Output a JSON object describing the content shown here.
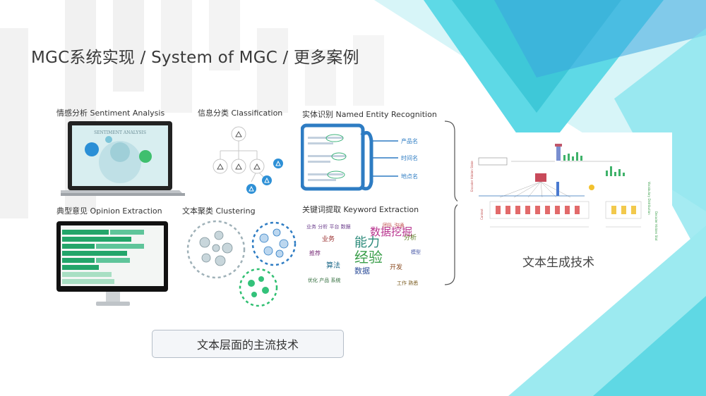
{
  "slide": {
    "title": "MGC系统实现 / System of MGC / 更多案例",
    "main_button_label": "文本层面的主流技术",
    "generation_label": "文本生成技术"
  },
  "panels": {
    "sentiment": {
      "caption": "情感分析 Sentiment Analysis",
      "screen_title": "SENTIMENT ANALYSIS"
    },
    "classification": {
      "caption": "信息分类 Classification"
    },
    "ner": {
      "caption": "实体识别 Named Entity Recognition",
      "tags": [
        "产品名",
        "时间名",
        "地点名"
      ]
    },
    "opinion": {
      "caption": "典型意见 Opinion Extraction"
    },
    "clustering": {
      "caption": "文本聚类 Clustering"
    },
    "keyword": {
      "caption": "关键词提取 Keyword Extraction",
      "words_big": [
        "能力",
        "经验",
        "数据挖掘"
      ],
      "words_small": [
        "数据",
        "开发",
        "算法",
        "业务",
        "分析"
      ]
    }
  },
  "colors": {
    "teal_primary": "#4fd3e0",
    "teal_light": "#a9eef2",
    "blue_dark": "#2a5fa5",
    "ner_blue": "#2e7cc3",
    "green": "#23a56a",
    "gray_bar": "#eeeeee"
  }
}
